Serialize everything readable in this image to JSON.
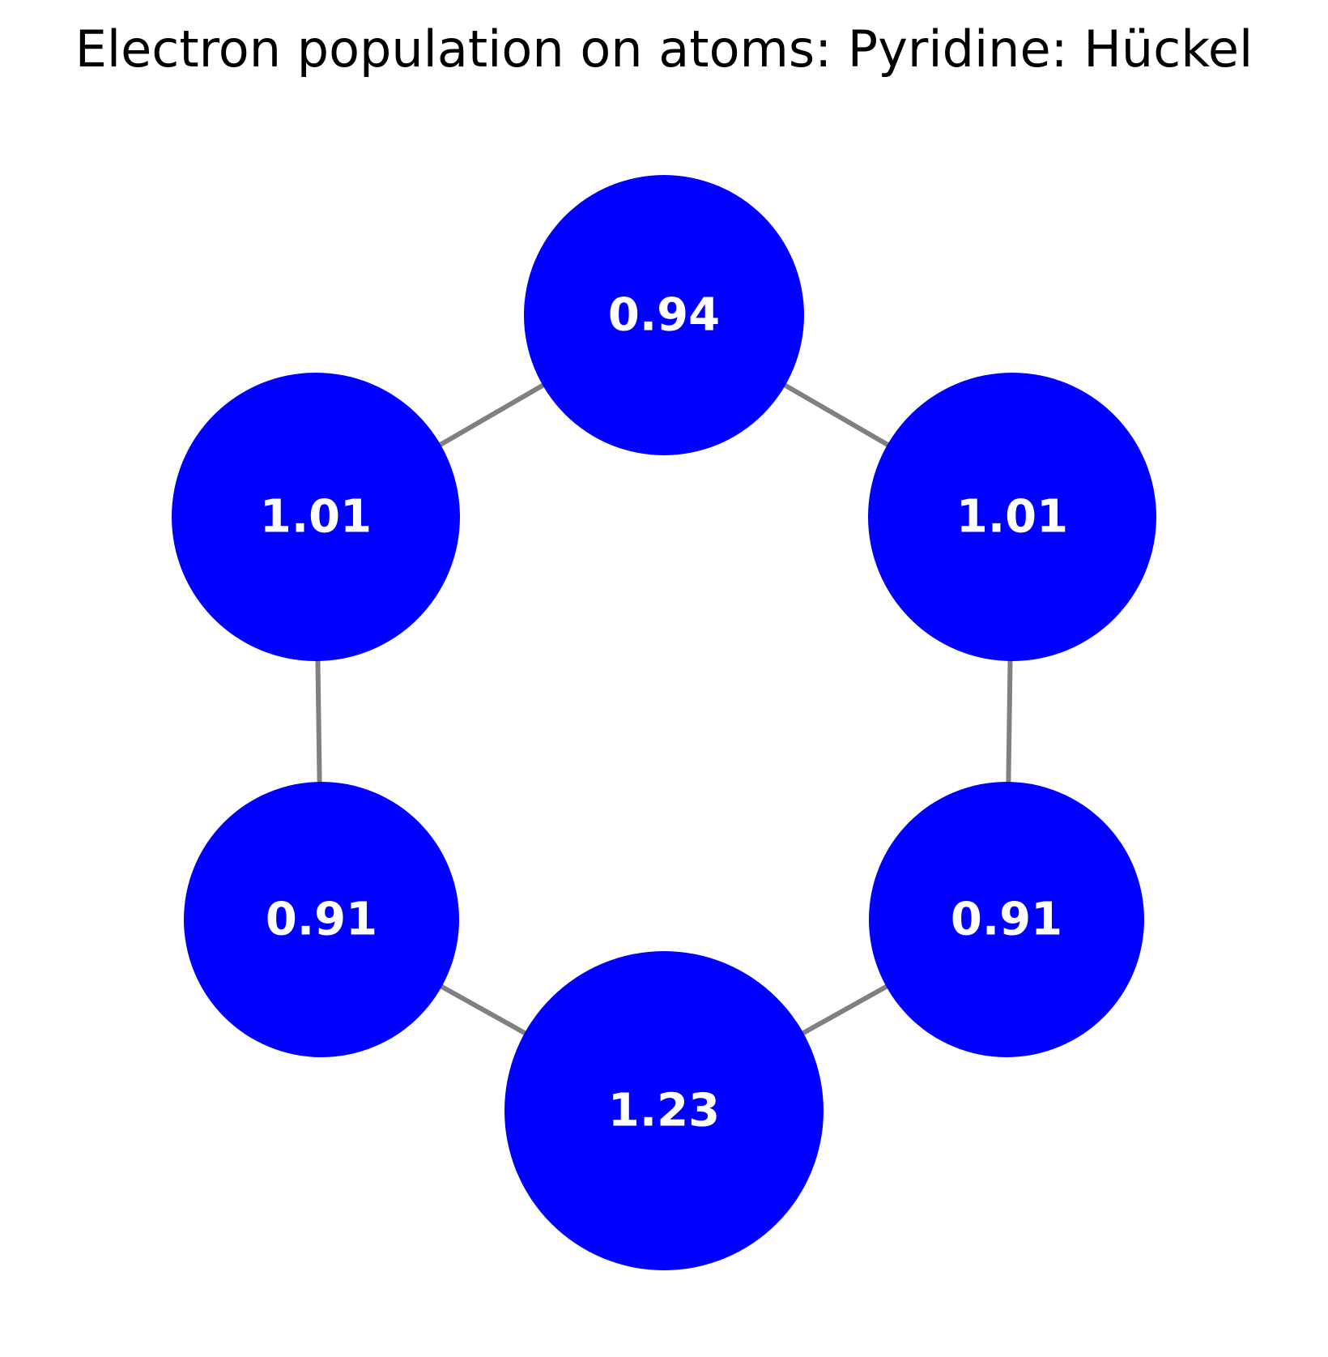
{
  "title": "Electron population on atoms: Pyridine: Hückel",
  "colors": {
    "node_fill": "#0000ff",
    "label_color": "#ffffff",
    "bond_color": "#808080",
    "background": "#ffffff",
    "title_color": "#000000"
  },
  "atoms": [
    {
      "id": "top",
      "population": "0.94"
    },
    {
      "id": "upper-left",
      "population": "1.01"
    },
    {
      "id": "upper-right",
      "population": "1.01"
    },
    {
      "id": "lower-left",
      "population": "0.91"
    },
    {
      "id": "lower-right",
      "population": "0.91"
    },
    {
      "id": "bottom",
      "population": "1.23"
    }
  ],
  "bonds": [
    [
      "top",
      "upper-left"
    ],
    [
      "top",
      "upper-right"
    ],
    [
      "upper-left",
      "lower-left"
    ],
    [
      "upper-right",
      "lower-right"
    ],
    [
      "lower-left",
      "bottom"
    ],
    [
      "lower-right",
      "bottom"
    ]
  ]
}
